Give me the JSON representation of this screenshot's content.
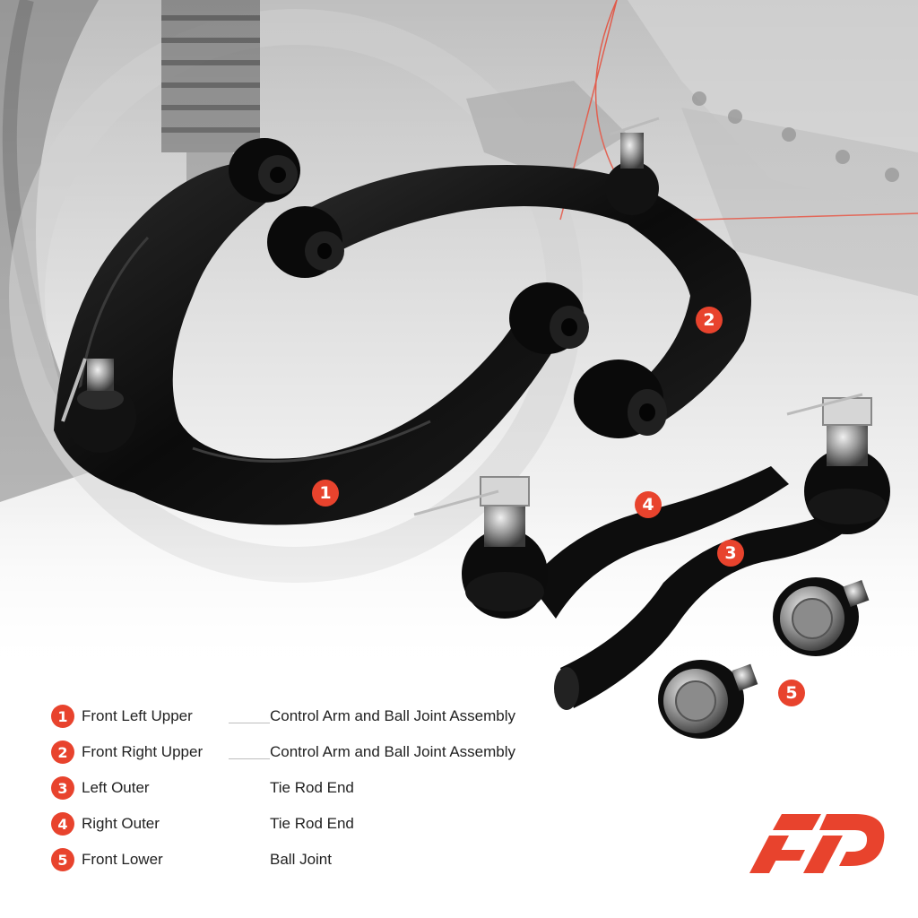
{
  "colors": {
    "accent": "#e8432d",
    "part": "#111111",
    "background_scene": "#d9d9d9"
  },
  "callouts": [
    "1",
    "2",
    "3",
    "4",
    "5"
  ],
  "legend": [
    {
      "num": "1",
      "position": "Front Left Upper",
      "part": "Control Arm and Ball Joint Assembly",
      "leader": true
    },
    {
      "num": "2",
      "position": "Front Right Upper",
      "part": "Control Arm and Ball Joint Assembly",
      "leader": true
    },
    {
      "num": "3",
      "position": "Left Outer",
      "part": "Tie Rod End",
      "leader": false
    },
    {
      "num": "4",
      "position": "Right Outer",
      "part": "Tie Rod End",
      "leader": false
    },
    {
      "num": "5",
      "position": "Front Lower",
      "part": "Ball Joint",
      "leader": false
    }
  ],
  "logo_icon": "a-premium-logo-icon"
}
